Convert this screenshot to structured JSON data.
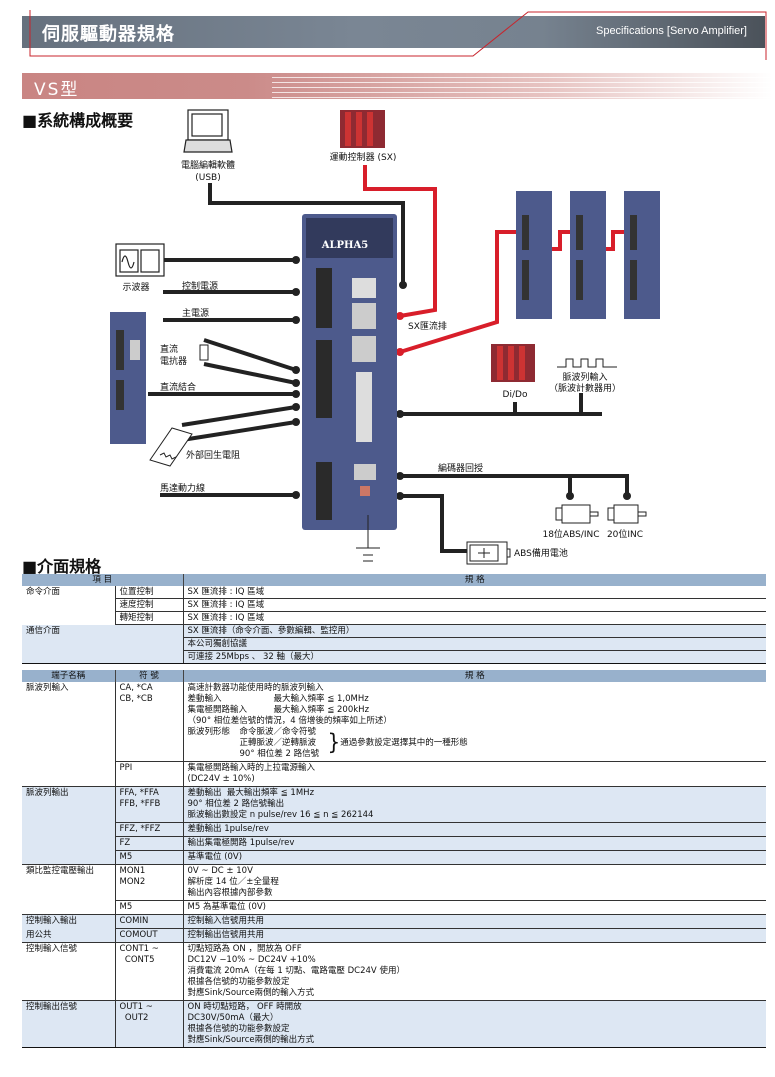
{
  "header": {
    "title": "伺服驅動器規格",
    "subtitle": "Specifications [Servo Amplifier]"
  },
  "model_bar": {
    "label": "VS型"
  },
  "sections": {
    "system": "■系統構成概要",
    "interface": "■介面規格"
  },
  "diagram": {
    "labels": {
      "pc_software": "電腦編輯軟體",
      "pc_usb": "(USB)",
      "motion_controller": "運動控制器 (SX)",
      "oscilloscope": "示波器",
      "control_power": "控制電源",
      "main_power": "主電源",
      "dc_reactor_1": "直流",
      "dc_reactor_2": "電抗器",
      "dc_link": "直流結合",
      "ext_regen_resistor": "外部回生電阻",
      "motor_power_cable": "馬達動力線",
      "sx_bus": "SX匯流排",
      "dido": "Di/Do",
      "pulse_input_1": "脈波列輸入",
      "pulse_input_2": "（脈波計數器用）",
      "encoder_feedback": "編碼器回授",
      "motor_18bit": "18位ABS/INC",
      "motor_20bit": "20位INC",
      "abs_battery": "ABS備用電池",
      "brand": "ALPHA5"
    },
    "colors": {
      "sx_bus_line": "#d81e2a",
      "wire": "#222222",
      "drive_body": "#4d5a8c"
    }
  },
  "table1": {
    "headers": [
      "項 目",
      "規 格"
    ],
    "rows": [
      {
        "item": "命令介面",
        "sub": "位置控制",
        "spec": "SX 匯流排 : IQ 區域"
      },
      {
        "item": "",
        "sub": "速度控制",
        "spec": "SX 匯流排 : IQ 區域"
      },
      {
        "item": "",
        "sub": "轉矩控制",
        "spec": "SX 匯流排 : IQ 區域"
      },
      {
        "item": "通信介面",
        "sub": "",
        "spec": "SX 匯流排（命令介面、參數編輯、監控用）"
      },
      {
        "item": "",
        "sub": "",
        "spec": "本公司獨創協議"
      },
      {
        "item": "",
        "sub": "",
        "spec": "可連接 25Mbps 、 32 軸（最大）"
      }
    ]
  },
  "table2": {
    "headers": [
      "端子名稱",
      "符 號",
      "規 格"
    ],
    "pulse_input": {
      "name": "脈波列輸入",
      "symbols": [
        "CA, *CA",
        "CB, *CB"
      ],
      "spec_line1": "高速計數器功能使用時的脈波列輸入",
      "diff_label": "差動輸入",
      "diff_value": "最大輸入頻率 ≦ 1,0MHz",
      "oc_label": "集電極開路輸入",
      "oc_value": "最大輸入頻率 ≦ 200kHz",
      "note": "（90° 相位差信號的情況，4 倍增後的頻率如上所述）",
      "form_label": "脈波列形態",
      "forms": [
        "命令脈波／命令符號",
        "正轉脈波／逆轉脈波",
        "90° 相位差 2 路信號"
      ],
      "form_note": "通過參數設定選擇其中的一種形態",
      "ppi_symbol": "PPI",
      "ppi_spec": [
        "集電極開路輸入時的上拉電源輸入",
        "(DC24V ± 10%)"
      ]
    },
    "rows": [
      {
        "name": "脈波列輸出",
        "symbol": [
          "FFA, *FFA",
          "FFB, *FFB",
          ""
        ],
        "spec": [
          "差動輸出  最大輸出頻率 ≦ 1MHz",
          "90° 相位差 2 路信號輸出",
          "脈波輸出數設定 n pulse/rev 16 ≦ n ≦ 262144"
        ],
        "alt": true
      },
      {
        "name": "",
        "symbol": [
          "FFZ, *FFZ"
        ],
        "spec": [
          "差動輸出 1pulse/rev"
        ],
        "alt": true
      },
      {
        "name": "",
        "symbol": [
          "FZ"
        ],
        "spec": [
          "輸出集電極開路 1pulse/rev"
        ],
        "alt": true
      },
      {
        "name": "",
        "symbol": [
          "M5"
        ],
        "spec": [
          "基準電位 (0V)"
        ],
        "alt": true
      },
      {
        "name": "類比監控電壓輸出",
        "symbol": [
          "MON1",
          "MON2",
          ""
        ],
        "spec": [
          "0V ~ DC ± 10V",
          "解析度 14 位／±全量程",
          "輸出內容根據內部參數"
        ],
        "alt": false
      },
      {
        "name": "",
        "symbol": [
          "M5"
        ],
        "spec": [
          "M5 為基準電位 (0V)"
        ],
        "alt": false
      },
      {
        "name": "控制輸入輸出",
        "symbol": [
          "COMIN"
        ],
        "spec": [
          "控制輸入信號用共用"
        ],
        "alt": true
      },
      {
        "name": "用公共",
        "symbol": [
          "COMOUT"
        ],
        "spec": [
          "控制輸出信號用共用"
        ],
        "alt": true
      },
      {
        "name": "控制輸入信號",
        "symbol": [
          "CONT1 ~",
          "  CONT5",
          "",
          "",
          ""
        ],
        "spec": [
          "切點短路為 ON ，開放為 OFF",
          "DC12V −10% ~ DC24V +10%",
          "消費電流 20mA（在每 1 切點、電路電壓 DC24V 使用）",
          "根據各信號的功能參數設定",
          "對應Sink/Source兩側的輸入方式"
        ],
        "alt": false
      },
      {
        "name": "控制輸出信號",
        "symbol": [
          "OUT1 ~",
          "  OUT2",
          "",
          ""
        ],
        "spec": [
          "ON 時切點短路， OFF 時開放",
          "DC30V/50mA（最大）",
          "根據各信號的功能參數設定",
          "對應Sink/Source兩側的輸出方式"
        ],
        "alt": true
      }
    ]
  }
}
